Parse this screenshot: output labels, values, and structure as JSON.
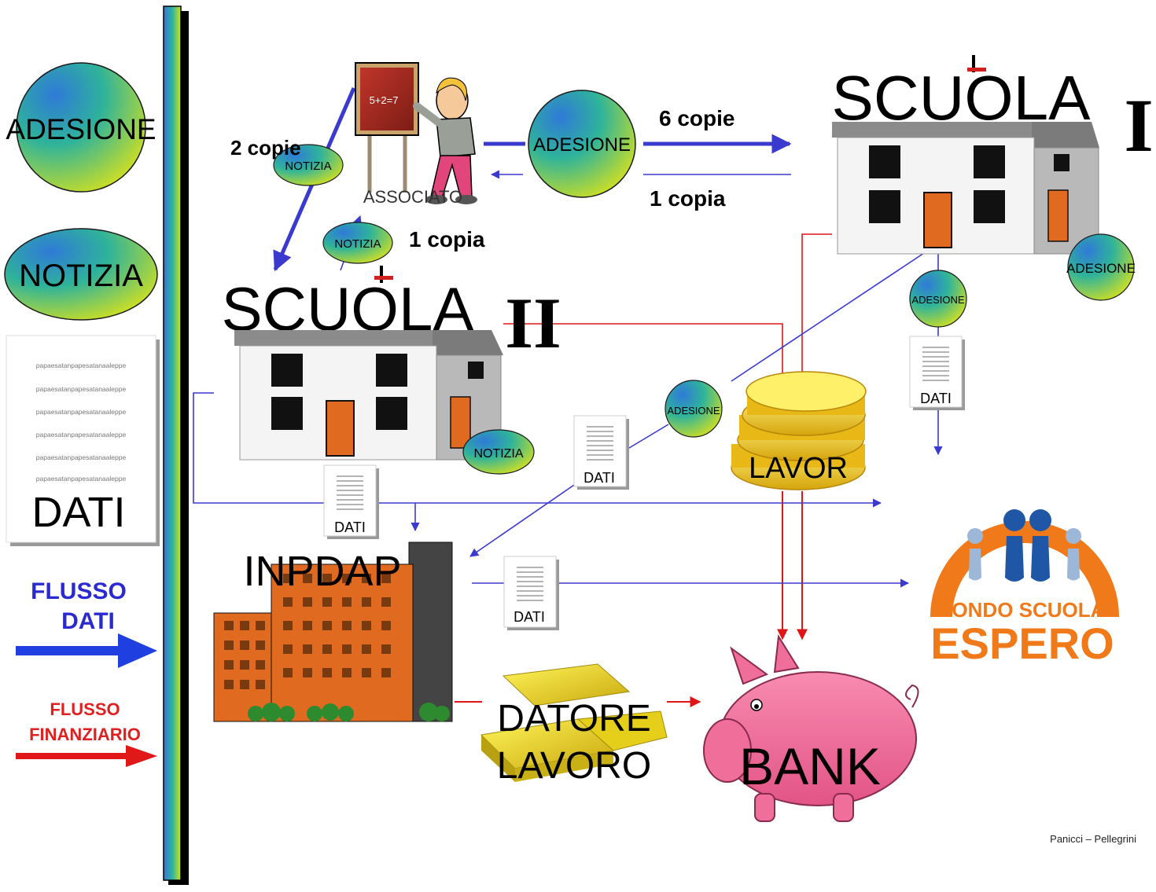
{
  "legend": {
    "adesione": "ADESIONE",
    "notizia": "NOTIZIA",
    "dati_sample_line": "papaesatanpapesatanaaleppe",
    "dati": "DATI",
    "flusso_dati_1": "FLUSSO",
    "flusso_dati_2": "DATI",
    "flusso_fin_1": "FLUSSO",
    "flusso_fin_2": "FINANZIARIO"
  },
  "nodes": {
    "associato": "ASSOCIATO",
    "blackboard": "5+2=7",
    "scuola_1": "SCUOLA",
    "scuola_1_num": "I",
    "scuola_2": "SCUOLA",
    "scuola_2_num": "II",
    "inpdap": "INPDAP",
    "lavor": "LAVOR",
    "datore_1": "DATORE",
    "datore_2": "LAVORO",
    "bank": "BANK",
    "fondo_1": "FONDO SCUOLA",
    "fondo_2": "ESPERO"
  },
  "badges": {
    "adesione": "ADESIONE",
    "notizia": "NOTIZIA",
    "dati": "DATI"
  },
  "flow_labels": {
    "due_copie": "2 copie",
    "sei_copie": "6 copie",
    "una_copia_a": "1 copia",
    "una_copia_b": "1 copia"
  },
  "footer": "Panicci – Pellegrini",
  "colors": {
    "data_flow": "#3a3acf",
    "financial_flow": "#e01616",
    "espero_orange": "#f07a1a",
    "espero_blue": "#1f56a6",
    "building_orange": "#e06a20",
    "coin_gold": "#f2c21a",
    "pig_pink": "#f06e9a"
  }
}
